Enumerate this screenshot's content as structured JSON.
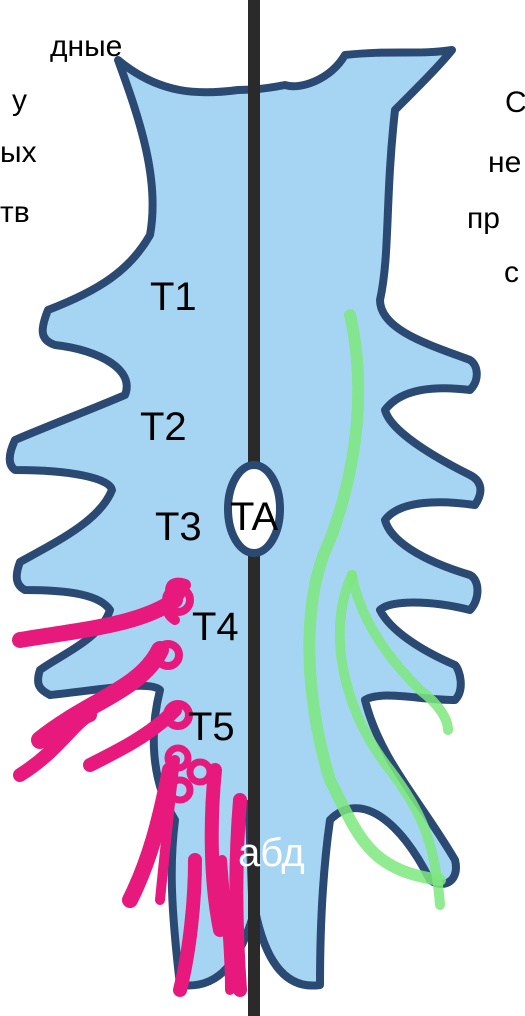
{
  "left_caption": {
    "lines": [
      "дные",
      "у",
      "ых",
      "тв"
    ]
  },
  "right_caption": {
    "lines": [
      "С",
      "не",
      "пр",
      "с"
    ]
  },
  "labels": {
    "t1": "T1",
    "t2": "T2",
    "t3": "T3",
    "ta": "TA",
    "t4": "T4",
    "t5": "T5",
    "abd": "абд"
  },
  "colors": {
    "body_fill": "#a6d5f4",
    "body_outline": "#2b4a73",
    "midline": "#2a2a2a",
    "magenta": "#e8197d",
    "green": "#7ee87e"
  }
}
